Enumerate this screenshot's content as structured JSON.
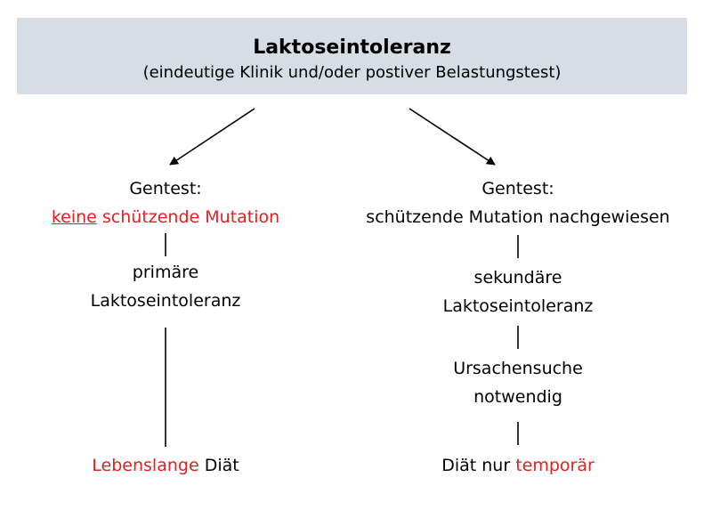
{
  "header": {
    "title": "Laktoseintoleranz",
    "subtitle": "(eindeutige Klinik und/oder postiver Belastungstest)"
  },
  "left": {
    "test_label": "Gentest:",
    "result_red_underlined": "keine",
    "result_red_rest": " schützende Mutation",
    "type_line1": "primäre",
    "type_line2": "Laktoseintoleranz",
    "therapy_red": "Lebenslange",
    "therapy_rest": " Diät"
  },
  "right": {
    "test_label": "Gentest:",
    "result": "schützende Mutation nachgewiesen",
    "type_line1": "sekundäre",
    "type_line2": "Laktoseintoleranz",
    "search_line1": "Ursachensuche",
    "search_line2": "notwendig",
    "therapy_prefix": "Diät nur ",
    "therapy_red": "temporär"
  },
  "colors": {
    "header_bg": "#d6dde4",
    "accent_red": "#e02020",
    "line": "#000000"
  }
}
